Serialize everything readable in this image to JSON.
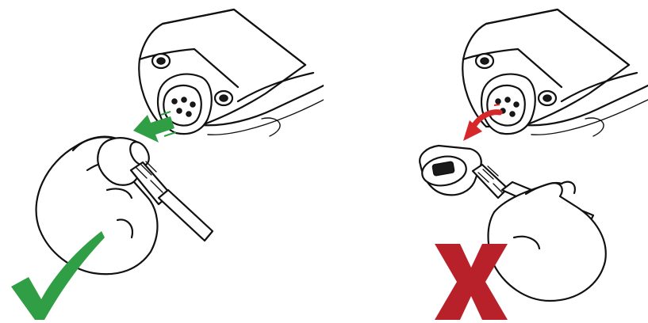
{
  "panels": [
    {
      "id": "correct",
      "verdict": "correct",
      "mark_icon": "checkmark-icon",
      "arrow_icon": "straight-arrow-icon",
      "mark_color": "#2f9e44",
      "arrow_color": "#2f9e44"
    },
    {
      "id": "incorrect",
      "verdict": "incorrect",
      "mark_icon": "x-mark-icon",
      "arrow_icon": "curved-arrow-icon",
      "mark_color": "#b8202a",
      "arrow_color": "#d6282b"
    }
  ]
}
